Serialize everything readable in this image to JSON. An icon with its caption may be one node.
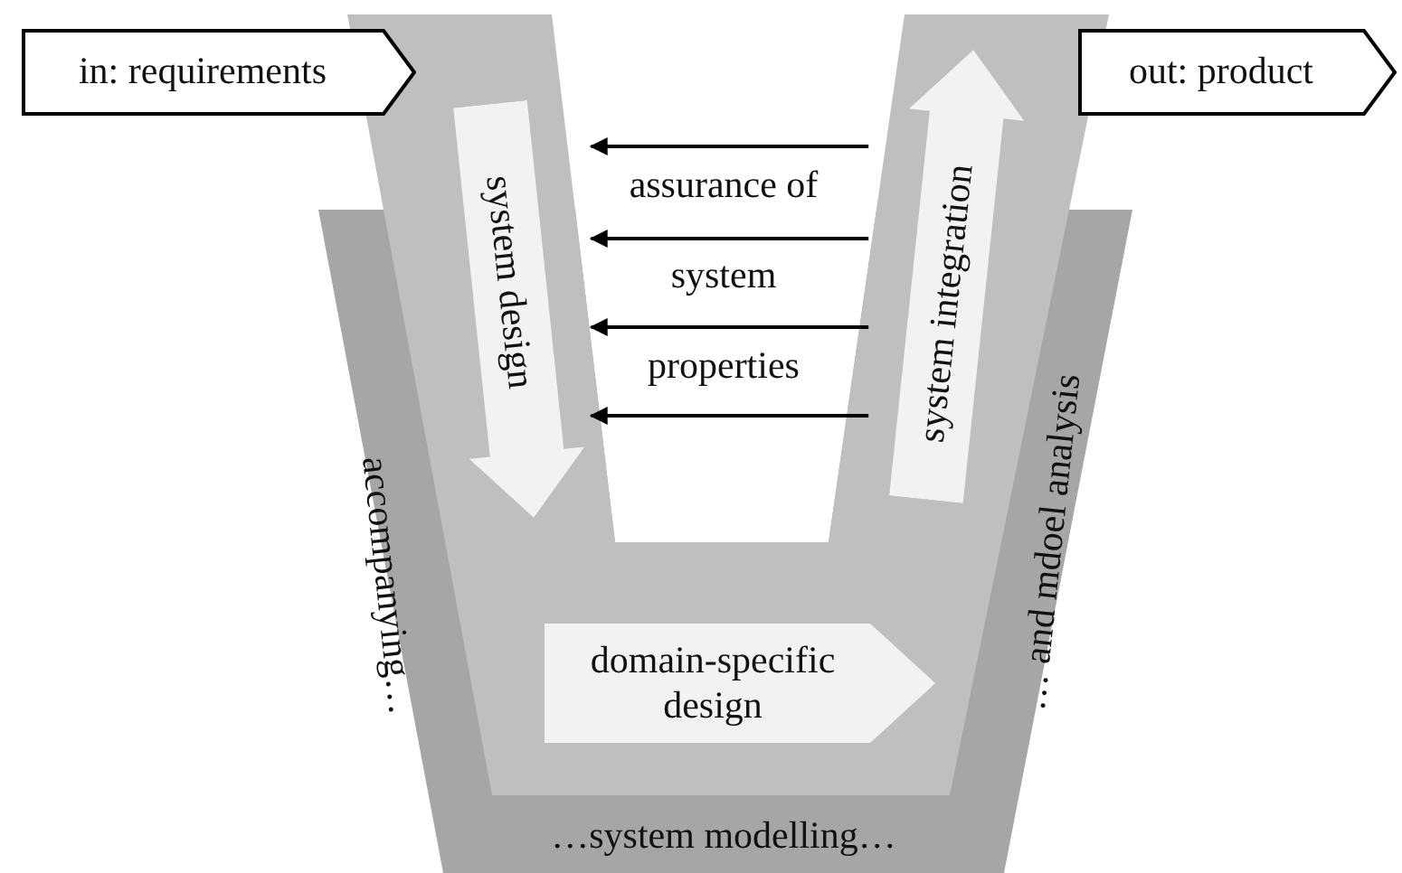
{
  "diagram": {
    "nodes": [
      {
        "text": [
          "in: requirements"
        ]
      },
      {
        "text": [
          "out: product"
        ]
      },
      {
        "text": [
          "system design"
        ]
      },
      {
        "text": [
          "system integration"
        ]
      },
      {
        "text": [
          "domain-specific design"
        ]
      }
    ],
    "edges": [
      {
        "from": 3,
        "to": 2,
        "arrow": "to"
      },
      {
        "from": 3,
        "to": 2,
        "arrow": "to"
      },
      {
        "from": 3,
        "to": 2,
        "arrow": "to"
      },
      {
        "from": 3,
        "to": 2,
        "arrow": "to"
      }
    ],
    "labels": [
      "assurance of system properties",
      "accompanying…",
      "… and mdoel analysis",
      "…system modelling…"
    ]
  }
}
